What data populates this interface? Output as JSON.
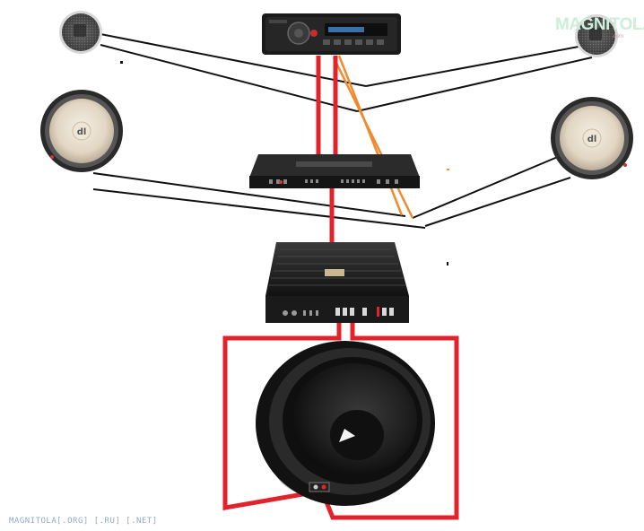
{
  "watermark": {
    "brand": "MAGNITOLA",
    "suffix": ".com"
  },
  "footer": {
    "text": "MAGNITOLA[.ORG] [.RU] [.NET]"
  },
  "colors": {
    "power_wire": "#e3232c",
    "signal_wire": "#f08a2e",
    "speaker_wire": "#111111",
    "device_body": "#1c1c1c",
    "cone": "#e6dccc"
  },
  "components": {
    "head_unit": {
      "name": "head-unit"
    },
    "amplifier_4ch": {
      "name": "4-channel-amplifier"
    },
    "amplifier_mono": {
      "name": "mono-amplifier"
    },
    "subwoofer": {
      "name": "subwoofer"
    },
    "tweeters": [
      "left-tweeter",
      "right-tweeter"
    ],
    "midwoofers": [
      "left-midwoofer",
      "right-midwoofer"
    ]
  }
}
